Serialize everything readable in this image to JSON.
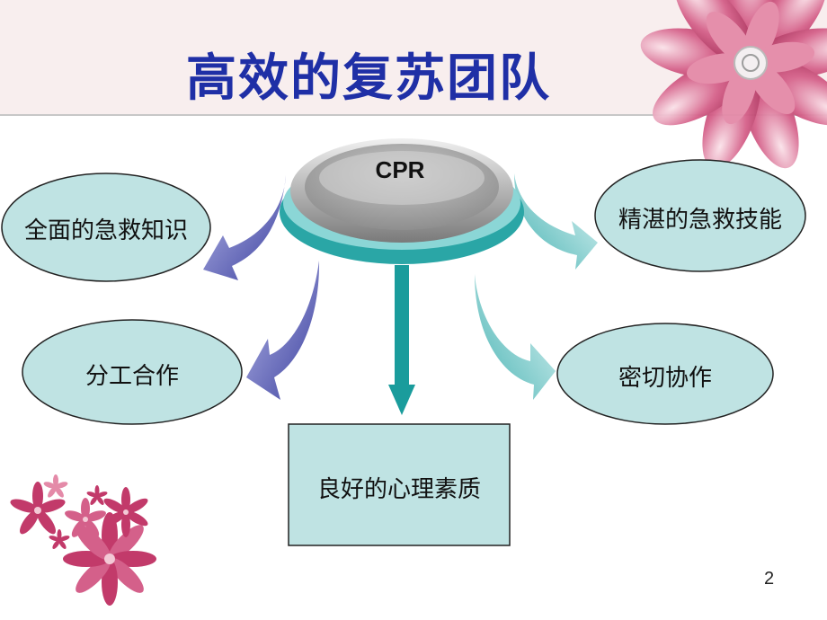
{
  "slide": {
    "title": "高效的复苏团队",
    "page_number": "2"
  },
  "diagram": {
    "center": "CPR",
    "nodes": [
      {
        "id": "knowledge",
        "label": "全面的急救知识"
      },
      {
        "id": "skills",
        "label": "精湛的急救技能"
      },
      {
        "id": "division",
        "label": "分工合作"
      },
      {
        "id": "cooperation",
        "label": "密切协作"
      },
      {
        "id": "psychology",
        "label": "良好的心理素质"
      }
    ]
  },
  "colors": {
    "title": "#1f2fa6",
    "node_fill": "#bfe3e3",
    "arrow_purple": "#4b4fae",
    "arrow_teal": "#5cc0c0",
    "center_arrow": "#1a9c9c",
    "flower_pink": "#c23a6a"
  }
}
